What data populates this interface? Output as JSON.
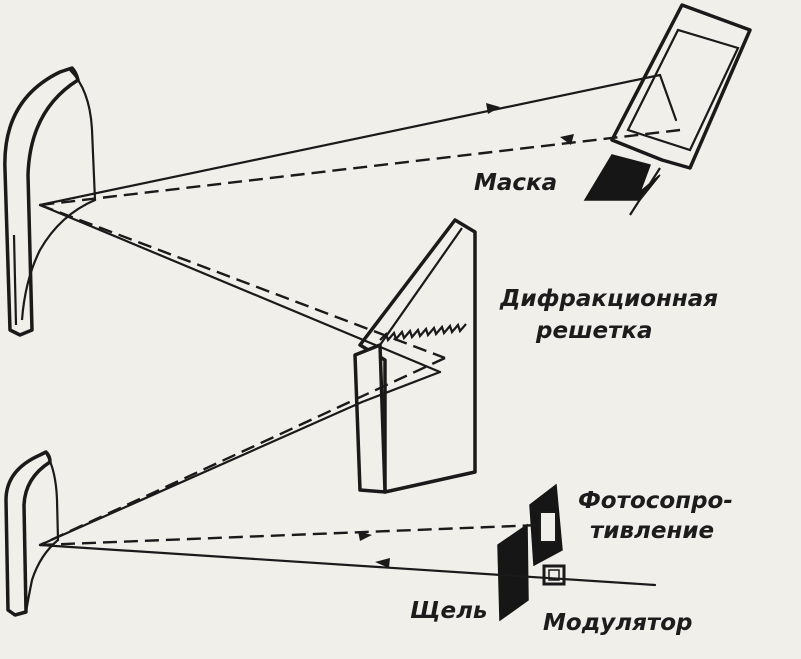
{
  "labels": {
    "mask": "Маска",
    "grating_line1": "Дифракционная",
    "grating_line2": "решетка",
    "photoresistor_line1": "Фотосопро-",
    "photoresistor_line2": "тивление",
    "slit": "Щель",
    "modulator": "Модулятор"
  },
  "colors": {
    "ink": "#1a1a1a",
    "paper": "#f1efea"
  }
}
